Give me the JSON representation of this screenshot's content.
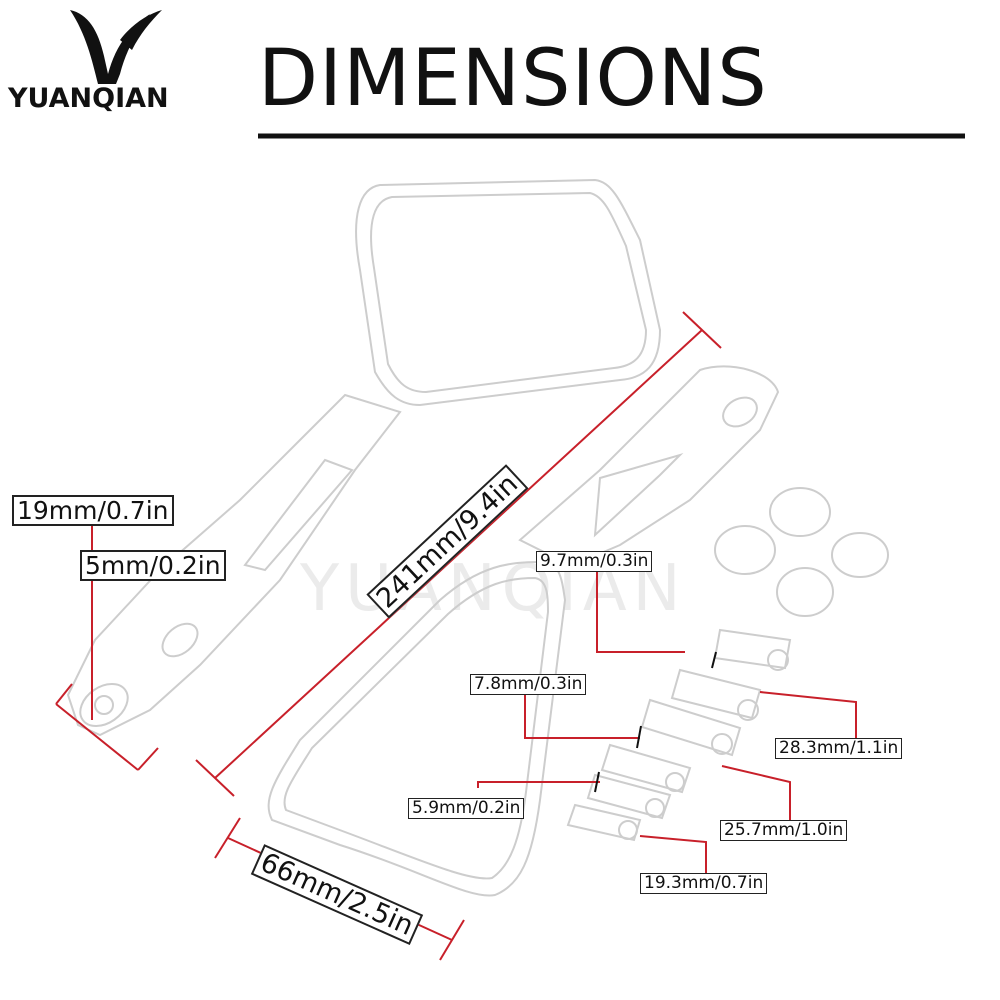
{
  "brand": {
    "name": "YUANQIAN",
    "watermark": "YUANQIAN"
  },
  "header": {
    "title": "DIMENSIONS"
  },
  "dimensions": {
    "top_diameter": "19mm/0.7in",
    "hole": "5mm/0.2in",
    "length": "241mm/9.4in",
    "width": "66mm/2.5in",
    "bolt_a_diameter": "9.7mm/0.3in",
    "bolt_b_diameter": "7.8mm/0.3in",
    "bolt_c_diameter": "5.9mm/0.2in",
    "bolt_a_length": "28.3mm/1.1in",
    "bolt_b_length": "25.7mm/1.0in",
    "bolt_c_length": "19.3mm/0.7in"
  },
  "colors": {
    "dimension_line": "#c8202a",
    "outline": "#cfcfcf",
    "text": "#111111"
  }
}
